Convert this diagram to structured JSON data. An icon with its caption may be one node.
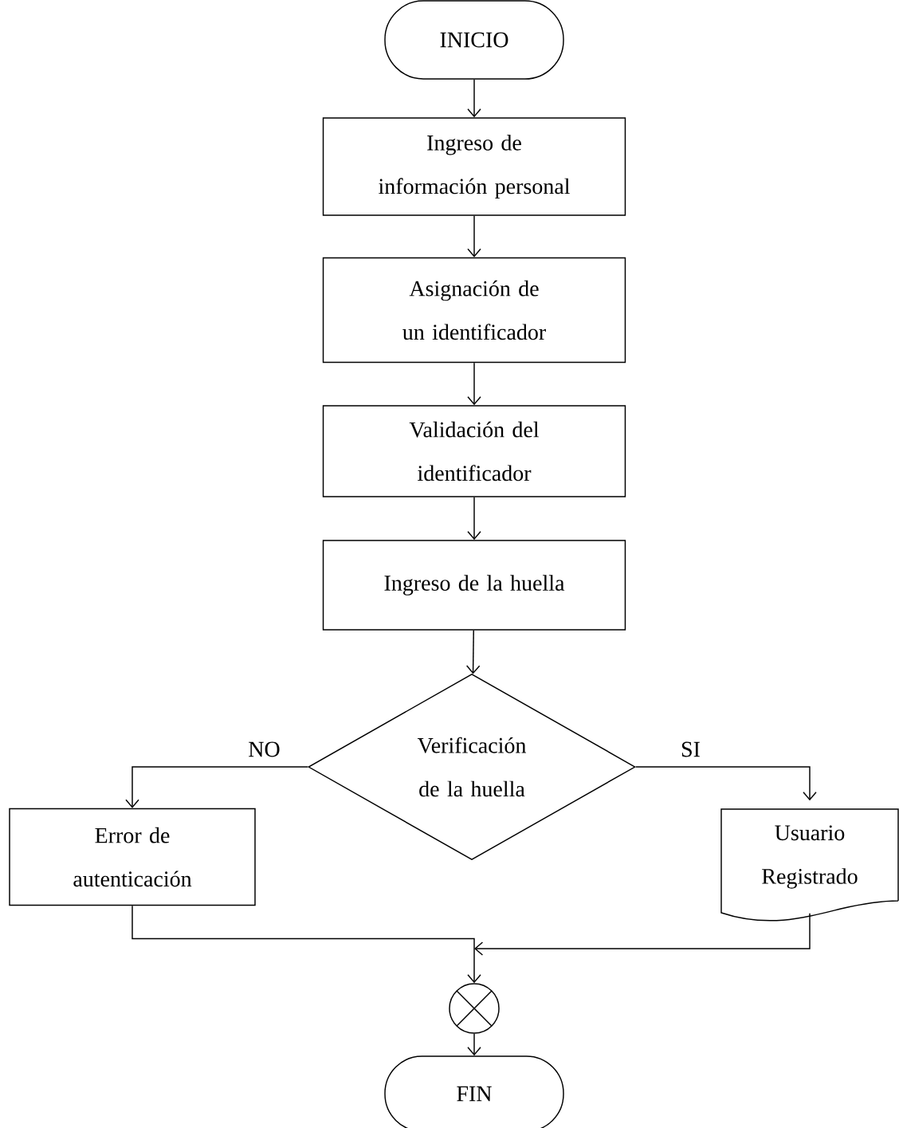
{
  "diagram": {
    "nodes": [
      {
        "text": [
          "INICIO"
        ]
      },
      {
        "text": [
          "Ingreso de información personal"
        ]
      },
      {
        "text": [
          "Asignación de un identificador"
        ]
      },
      {
        "text": [
          "Validación del identificador"
        ]
      },
      {
        "text": [
          "Ingreso de la huella"
        ]
      },
      {
        "text": [
          "Verificación de la huella"
        ]
      },
      {
        "text": [
          "Error de autenticación"
        ]
      },
      {
        "text": [
          "Usuario Registrado"
        ]
      },
      {
        "text": [],
        "shape": "circle"
      },
      {
        "text": [
          "FIN"
        ]
      }
    ],
    "edges": [
      {
        "from": 0,
        "to": 1,
        "arrow": "to"
      },
      {
        "from": 1,
        "to": 2,
        "arrow": "to"
      },
      {
        "from": 2,
        "to": 3,
        "arrow": "to"
      },
      {
        "from": 3,
        "to": 4,
        "arrow": "to"
      },
      {
        "from": 4,
        "to": 5,
        "arrow": "to"
      },
      {
        "from": 5,
        "to": 6,
        "arrow": "to",
        "label": "NO"
      },
      {
        "from": 5,
        "to": 7,
        "arrow": "to",
        "label": "SI"
      },
      {
        "from": 6,
        "to": 8,
        "arrow": "to"
      },
      {
        "from": 7,
        "to": 8,
        "arrow": "to"
      },
      {
        "from": 8,
        "to": 9,
        "arrow": "to"
      }
    ]
  }
}
